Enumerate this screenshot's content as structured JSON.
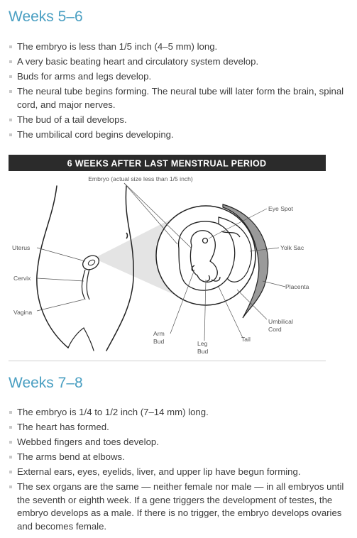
{
  "section1": {
    "heading": "Weeks 5–6",
    "bullets": [
      "The embryo is less than 1/5 inch (4–5 mm) long.",
      "A very basic beating heart and circulatory system develop.",
      "Buds for arms and legs develop.",
      "The neural tube begins forming. The neural tube will later form the brain, spinal cord, and major nerves.",
      "The bud of a tail develops.",
      "The umbilical cord begins developing."
    ]
  },
  "diagram": {
    "title": "6 WEEKS AFTER LAST MENSTRUAL PERIOD",
    "caption": "Embryo (actual size less than 1/5 inch)",
    "labels": {
      "uterus": "Uterus",
      "cervix": "Cervix",
      "vagina": "Vagina",
      "eye_spot": "Eye Spot",
      "yolk_sac": "Yolk Sac",
      "placenta": "Placenta",
      "umbilical_1": "Umbilical",
      "umbilical_2": "Cord",
      "tail": "Tail",
      "arm_1": "Arm",
      "arm_2": "Bud",
      "leg_1": "Leg",
      "leg_2": "Bud"
    }
  },
  "section2": {
    "heading": "Weeks 7–8",
    "bullets": [
      "The embryo is 1/4 to 1/2 inch (7–14 mm) long.",
      "The heart has formed.",
      "Webbed fingers and toes develop.",
      "The arms bend at elbows.",
      "External ears, eyes, eyelids, liver, and upper lip have begun forming.",
      "The sex organs are the same — neither female nor male — in all embryos until the seventh or eighth week. If a gene triggers the development of testes, the embryo develops as a male. If there is no trigger, the embryo develops ovaries and becomes female."
    ]
  }
}
